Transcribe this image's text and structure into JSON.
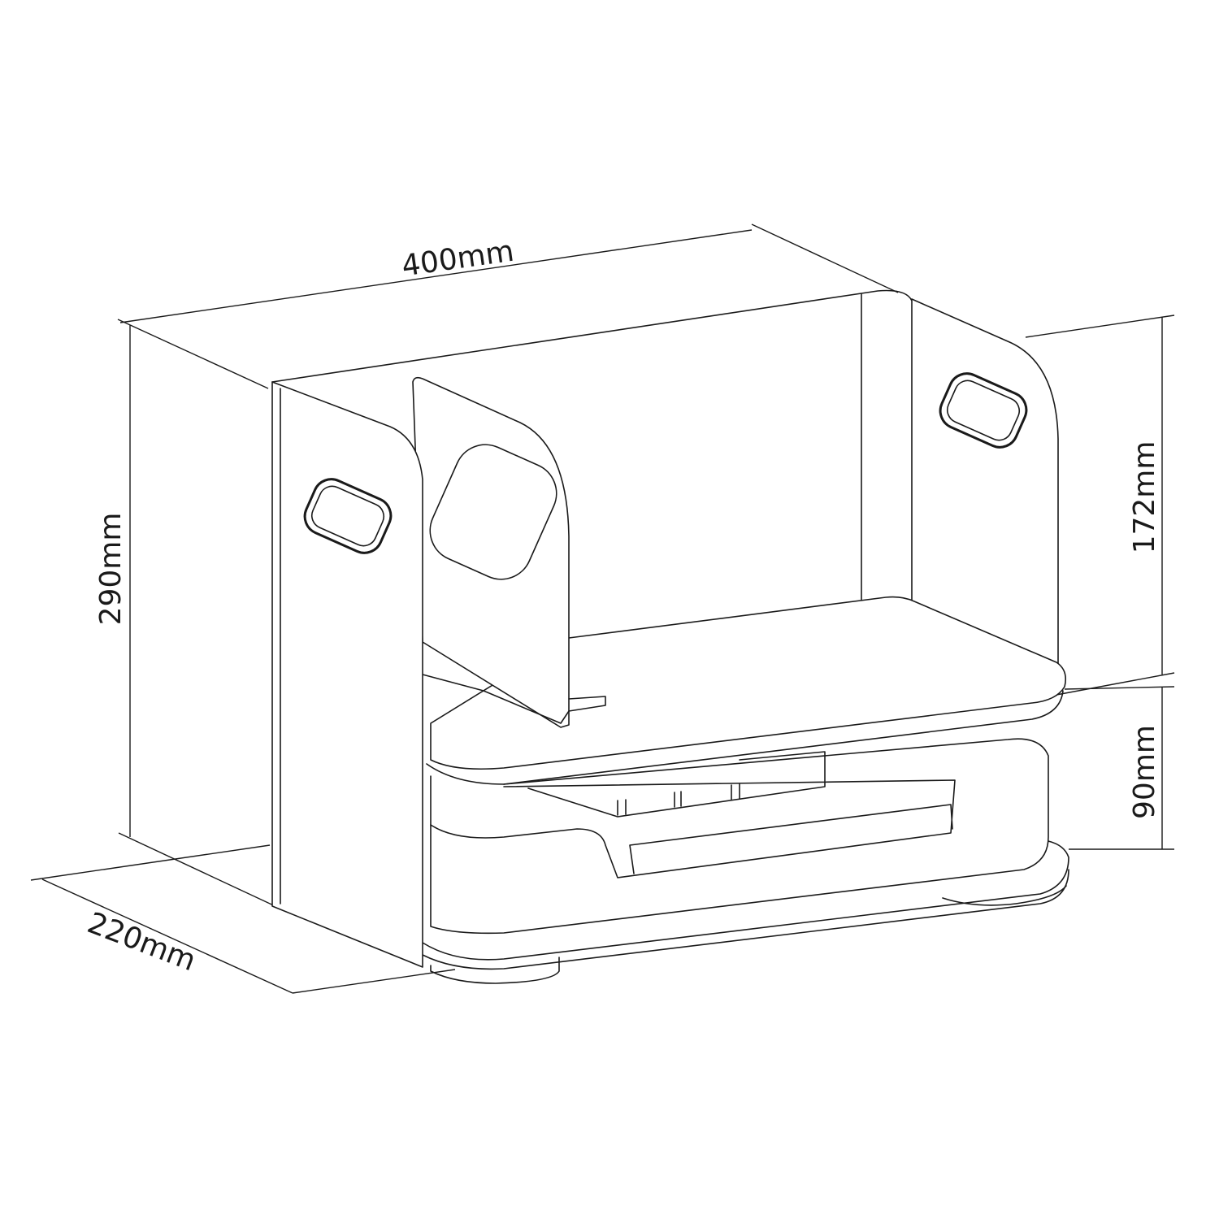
{
  "dimensions": {
    "width": "400mm",
    "height": "290mm",
    "depth": "220mm",
    "upper_height": "172mm",
    "lower_height": "90mm"
  },
  "colors": {
    "line": "#1a1a1a",
    "background": "#ffffff"
  }
}
